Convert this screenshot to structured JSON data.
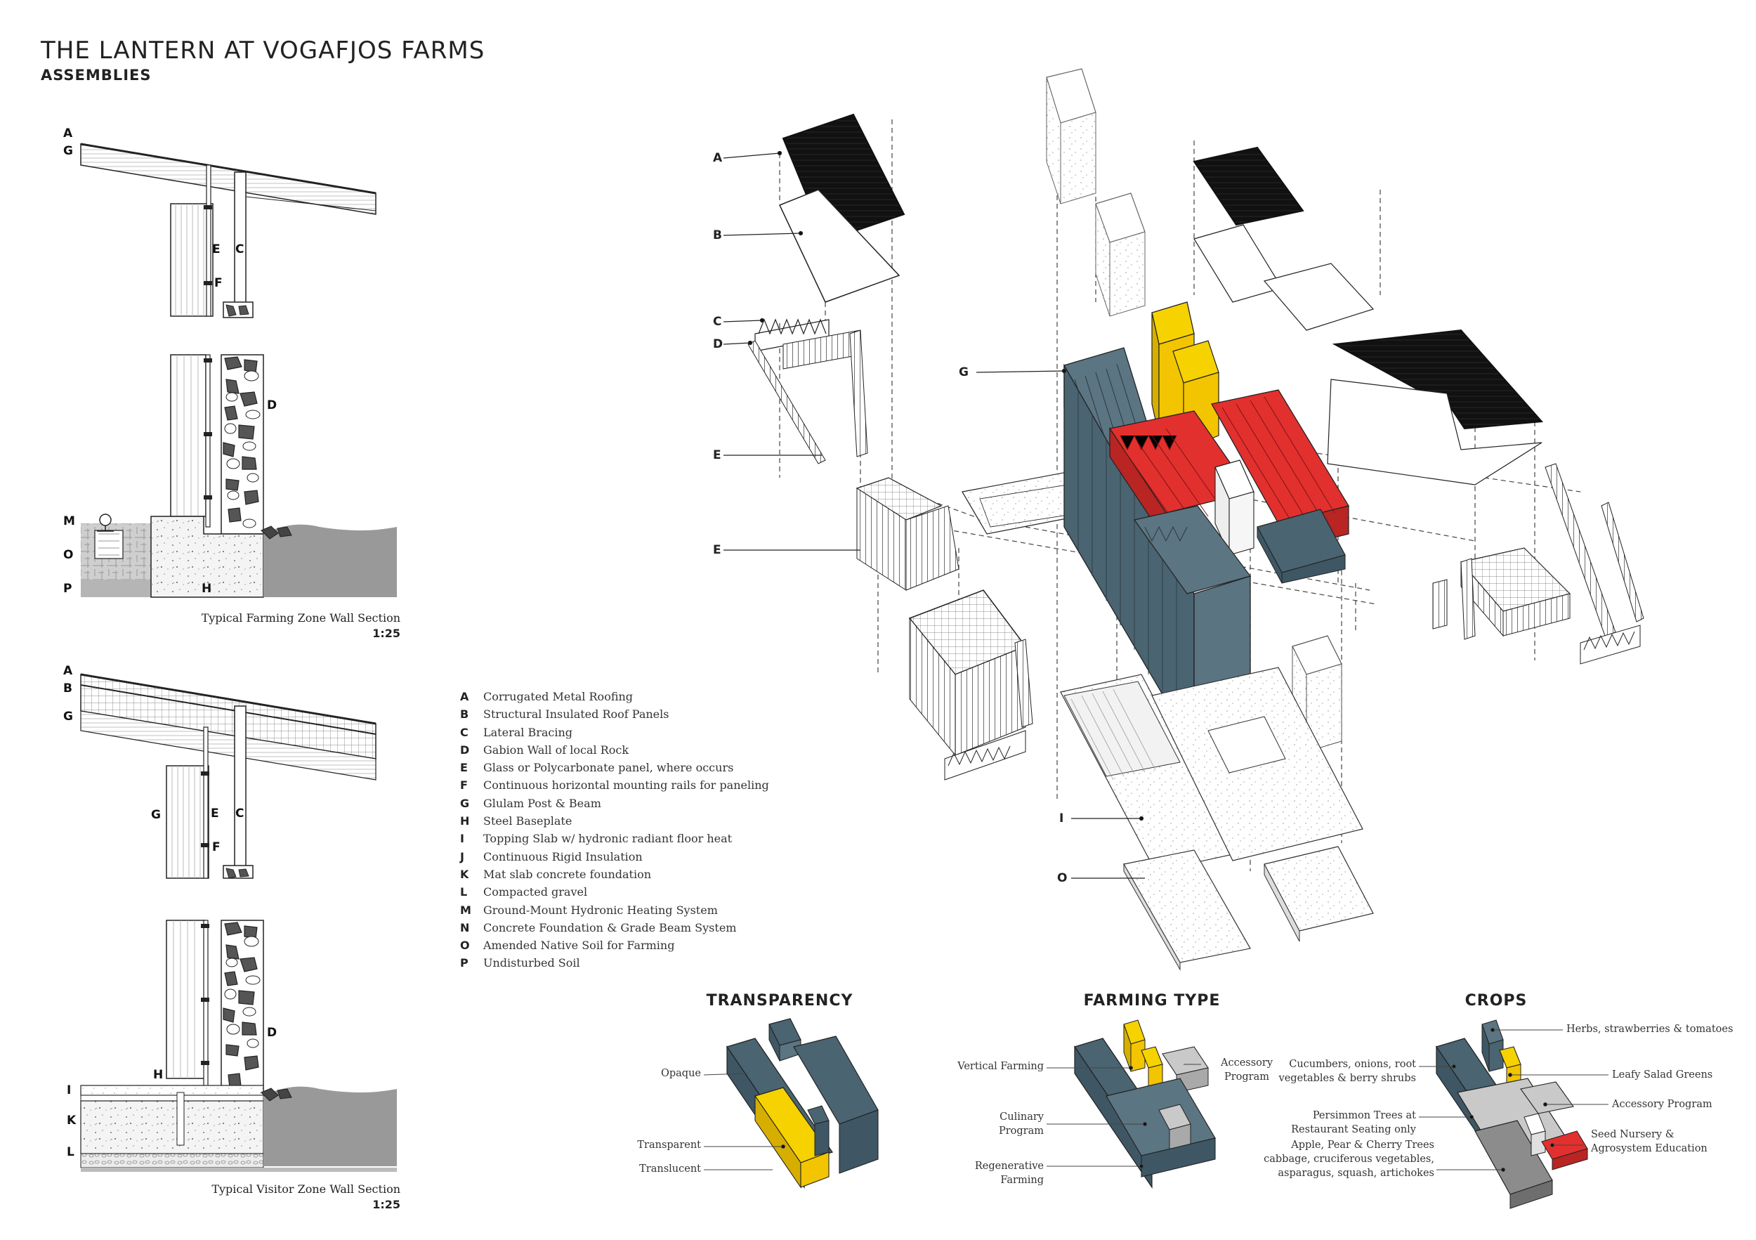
{
  "header": {
    "title": "THE LANTERN AT VOGAFJOS FARMS",
    "subtitle": "ASSEMBLIES"
  },
  "sections": {
    "farming": {
      "caption": "Typical Farming Zone Wall Section",
      "scale": "1:25",
      "letters": [
        "A",
        "G",
        "E",
        "C",
        "F",
        "D",
        "M",
        "O",
        "P",
        "H"
      ]
    },
    "visitor": {
      "caption": "Typical Visitor Zone Wall Section",
      "scale": "1:25",
      "letters": [
        "A",
        "B",
        "G",
        "G",
        "E",
        "C",
        "F",
        "D",
        "I",
        "H",
        "K",
        "L"
      ]
    }
  },
  "legend": [
    {
      "letter": "A",
      "text": "Corrugated Metal Roofing"
    },
    {
      "letter": "B",
      "text": "Structural Insulated Roof Panels"
    },
    {
      "letter": "C",
      "text": "Lateral Bracing"
    },
    {
      "letter": "D",
      "text": "Gabion Wall of local Rock"
    },
    {
      "letter": "E",
      "text": "Glass or Polycarbonate panel, where occurs"
    },
    {
      "letter": "F",
      "text": "Continuous horizontal mounting rails for paneling"
    },
    {
      "letter": "G",
      "text": "Glulam Post & Beam"
    },
    {
      "letter": "H",
      "text": "Steel Baseplate"
    },
    {
      "letter": "I",
      "text": "Topping Slab w/ hydronic radiant floor heat"
    },
    {
      "letter": "J",
      "text": "Continuous Rigid Insulation"
    },
    {
      "letter": "K",
      "text": "Mat slab concrete foundation"
    },
    {
      "letter": "L",
      "text": "Compacted gravel"
    },
    {
      "letter": "M",
      "text": "Ground-Mount Hydronic Heating System"
    },
    {
      "letter": "N",
      "text": "Concrete Foundation & Grade Beam System"
    },
    {
      "letter": "O",
      "text": "Amended Native Soil for Farming"
    },
    {
      "letter": "P",
      "text": "Undisturbed Soil"
    }
  ],
  "axo_labels": [
    "A",
    "B",
    "C",
    "D",
    "E",
    "E",
    "G",
    "I",
    "O"
  ],
  "diagrams": {
    "transparency": {
      "heading": "TRANSPARENCY",
      "labels": [
        "Opaque",
        "Transparent",
        "Translucent"
      ]
    },
    "farming_type": {
      "heading": "FARMING TYPE",
      "labels": [
        "Vertical Farming",
        "Accessory",
        "Program",
        "Culinary",
        "Program",
        "Regenerative",
        "Farming"
      ]
    },
    "crops": {
      "heading": "CROPS",
      "labels": [
        "Herbs, strawberries & tomatoes",
        "Cucumbers, onions, root",
        "vegetables &  berry shrubs",
        "Leafy Salad Greens",
        "Accessory Program",
        "Persimmon Trees at",
        "Restaurant Seating only",
        "Seed Nursery &",
        "Agrosystem Education",
        "Apple, Pear & Cherry Trees",
        "cabbage, cruciferous vegetables,",
        "asparagus, squash, artichokes"
      ]
    }
  },
  "colors": {
    "slate": "#3f5764",
    "yellow": "#f2c500",
    "red": "#e2302e",
    "grey": "#9a9a9a",
    "light_grey": "#c9c9c9"
  }
}
